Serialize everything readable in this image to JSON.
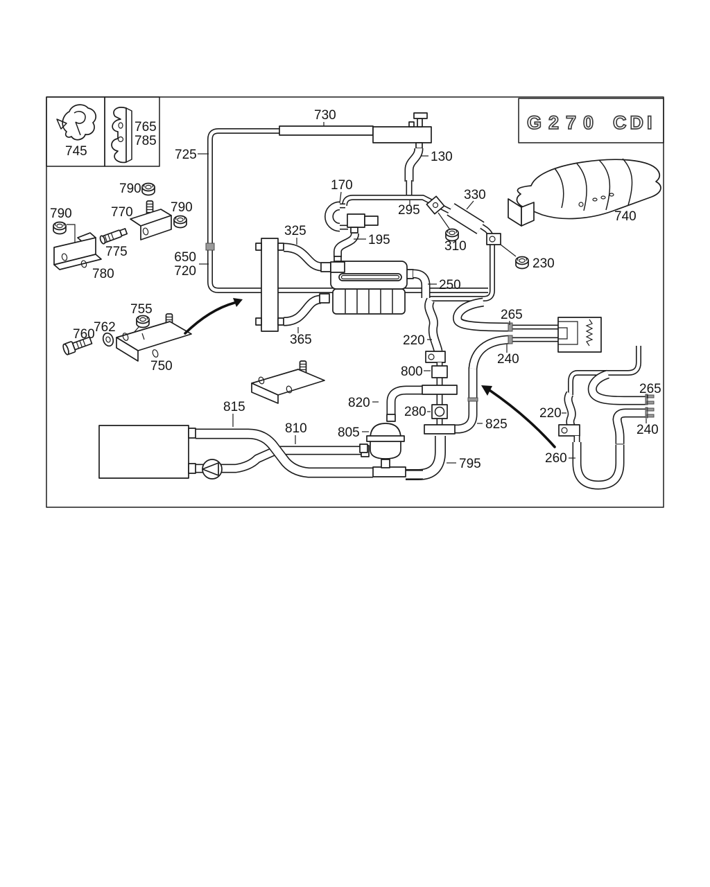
{
  "logo": {
    "g270": "G270",
    "cdi": "CDI"
  },
  "parts": {
    "p745": "745",
    "p765": "765",
    "p785": "785",
    "p725": "725",
    "p730": "730",
    "p130": "130",
    "p295": "295",
    "p170": "170",
    "p195": "195",
    "p325": "325",
    "p365": "365",
    "p650": "650",
    "p720": "720",
    "p250": "250",
    "p330": "330",
    "p310": "310",
    "p230": "230",
    "p740": "740",
    "p790_top": "790",
    "p790_right": "790",
    "p790_left": "790",
    "p770": "770",
    "p775": "775",
    "p780": "780",
    "p755": "755",
    "p762": "762",
    "p760": "760",
    "p750": "750",
    "p815": "815",
    "p810": "810",
    "p805": "805",
    "p820": "820",
    "p800": "800",
    "p280": "280",
    "p220_mid": "220",
    "p265_mid": "265",
    "p240_mid": "240",
    "p825": "825",
    "p795": "795",
    "p265_right": "265",
    "p240_right": "240",
    "p220_right": "220",
    "p260": "260"
  }
}
